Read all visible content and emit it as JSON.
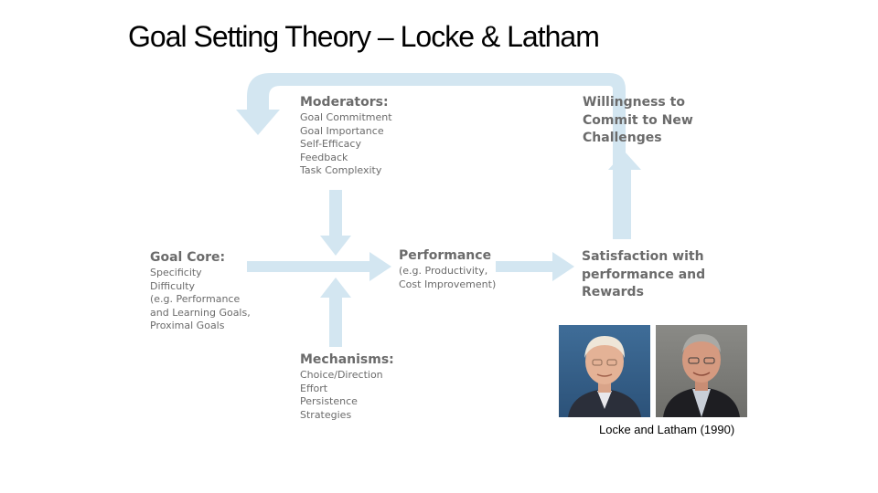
{
  "title": "Goal Setting Theory – Locke & Latham",
  "colors": {
    "arrow": "#d3e6f1",
    "text": "#6b6b6b"
  },
  "moderators": {
    "heading": "Moderators:",
    "items": [
      "Goal Commitment",
      "Goal Importance",
      "Self-Efficacy",
      "Feedback",
      "Task Complexity"
    ]
  },
  "willingness": {
    "lines": [
      "Willingness to",
      "Commit to New",
      "Challenges"
    ]
  },
  "goal_core": {
    "heading": "Goal Core:",
    "items": [
      "Specificity",
      "Difficulty",
      "(e.g. Performance",
      "and Learning Goals,",
      "Proximal Goals"
    ]
  },
  "performance": {
    "heading": "Performance",
    "items": [
      "(e.g. Productivity,",
      "Cost Improvement)"
    ]
  },
  "satisfaction": {
    "lines": [
      "Satisfaction with",
      "performance and",
      "Rewards"
    ]
  },
  "mechanisms": {
    "heading": "Mechanisms:",
    "items": [
      "Choice/Direction",
      "Effort",
      "Persistence",
      "Strategies"
    ]
  },
  "caption": "Locke and Latham (1990)"
}
